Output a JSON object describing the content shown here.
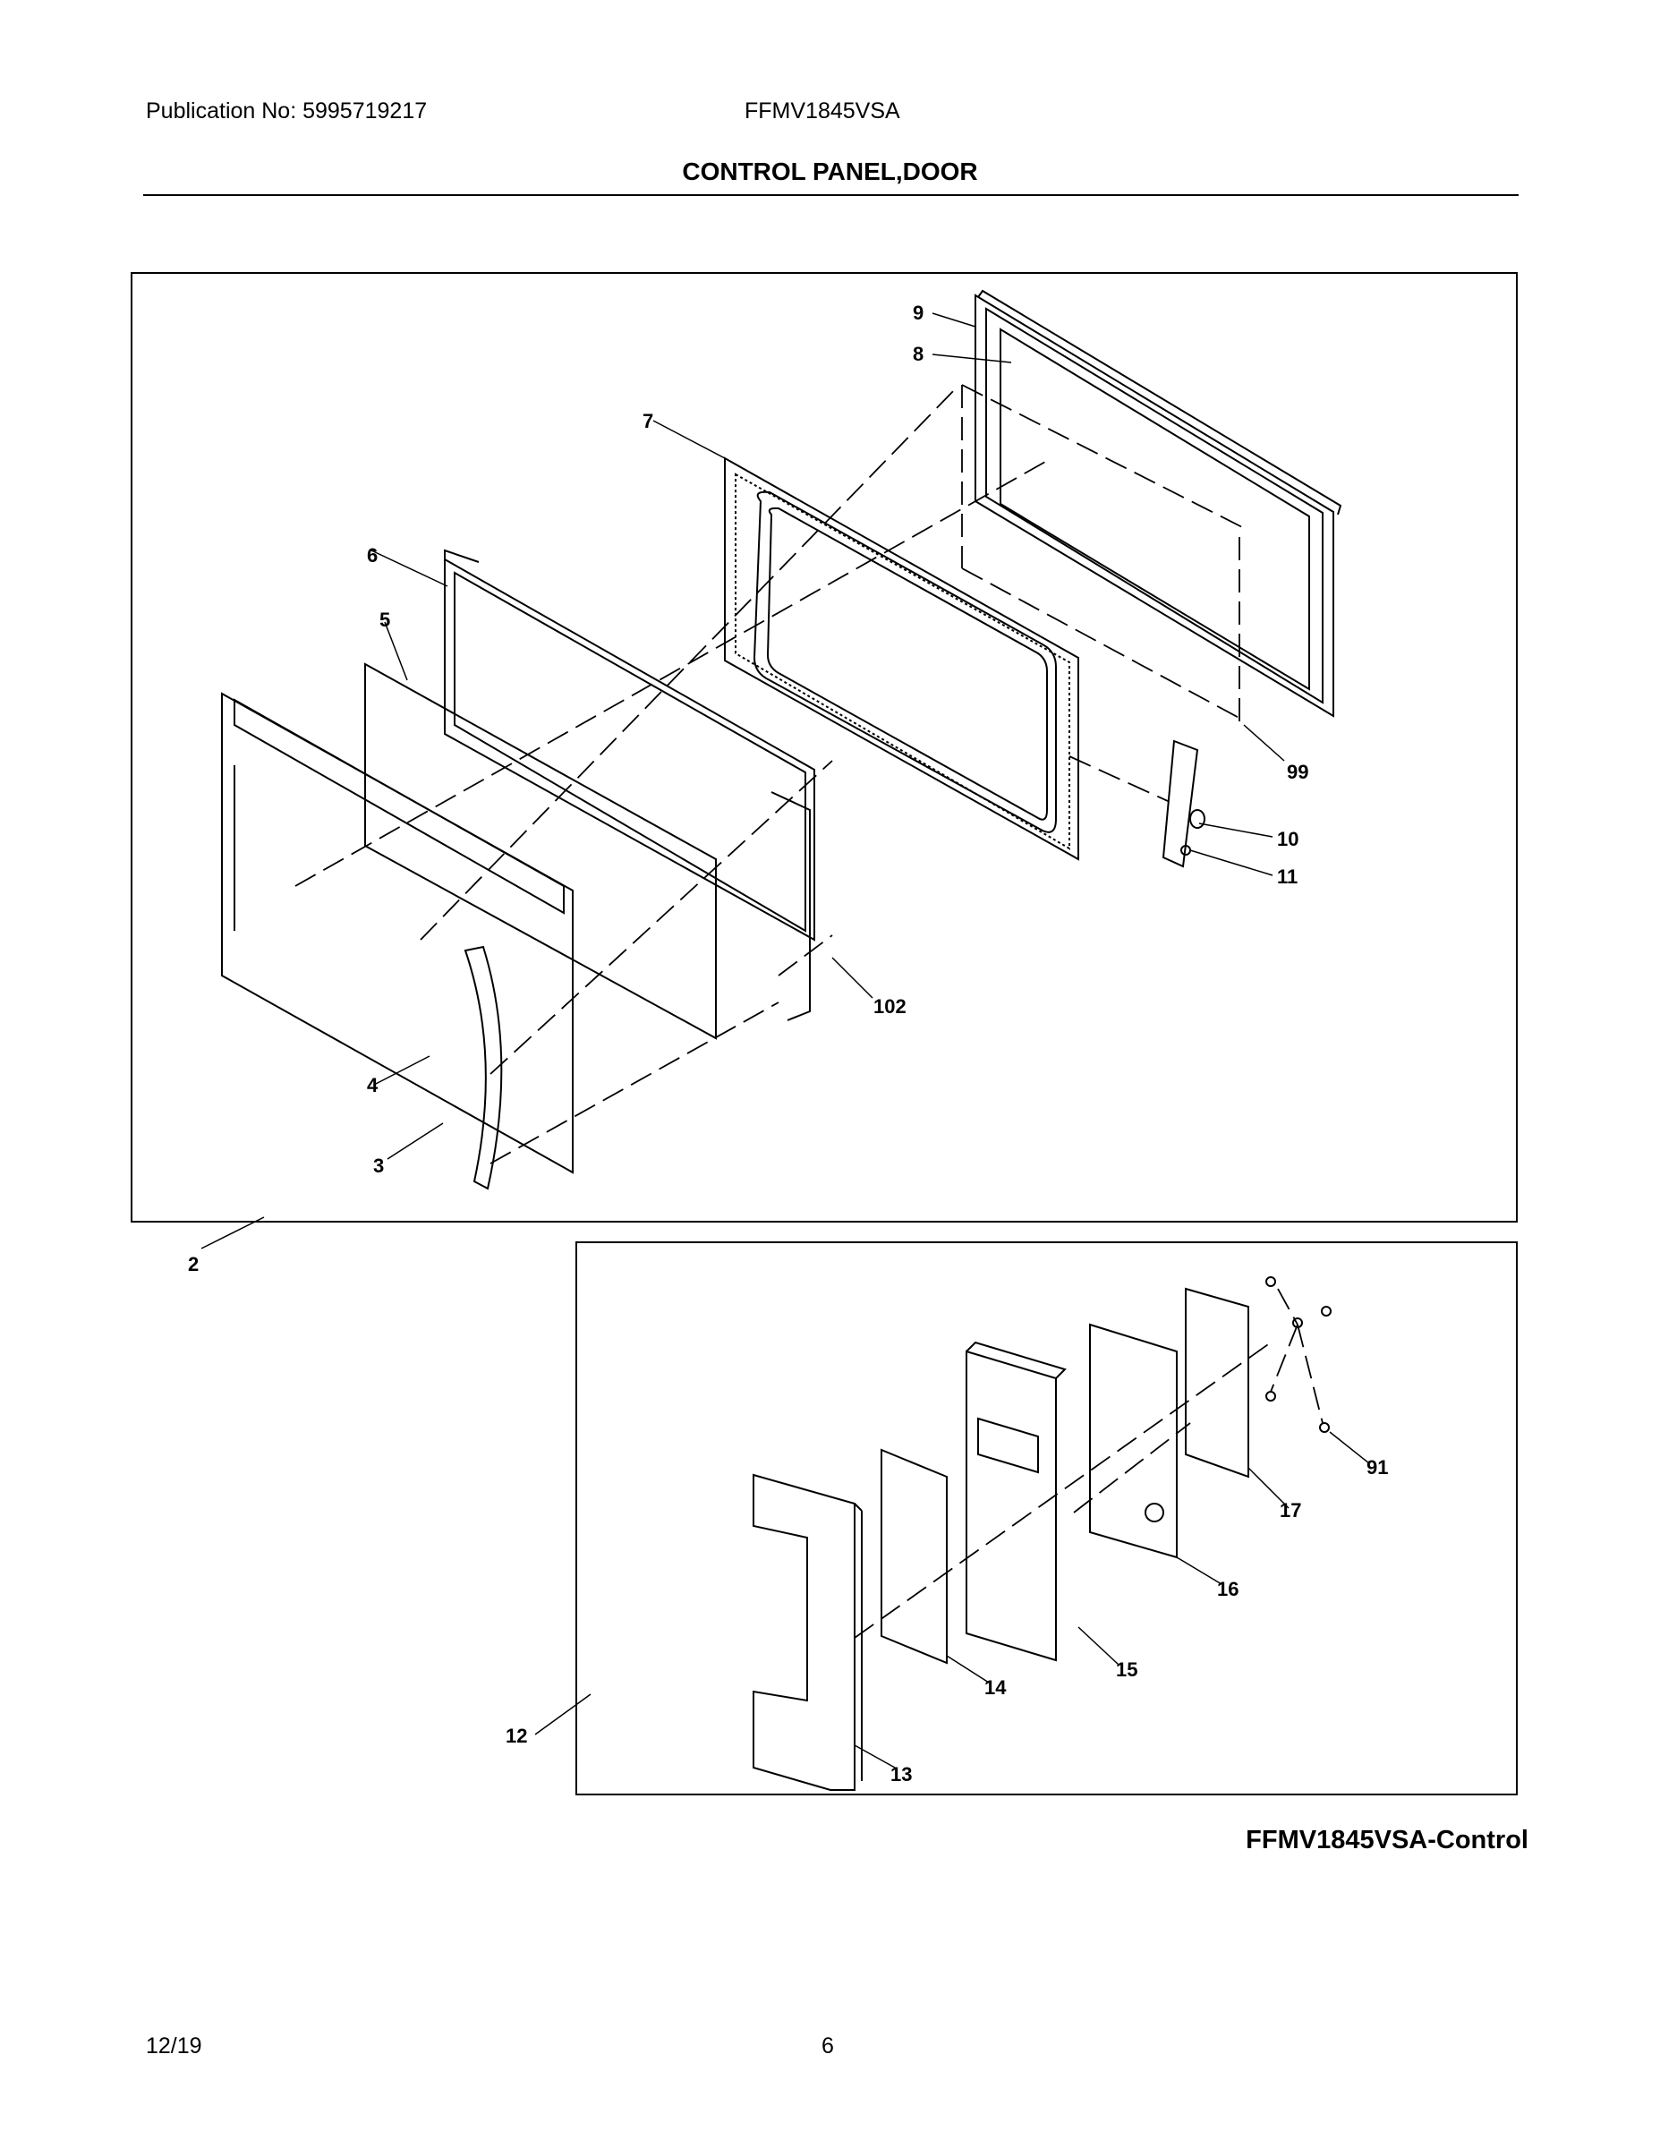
{
  "header": {
    "publication": "Publication No: 5995719217",
    "model": "FFMV1845VSA",
    "section_title": "CONTROL PANEL,DOOR"
  },
  "callouts": {
    "door_assembly": "2",
    "handle": "3",
    "choke": "4",
    "screen_door": "5",
    "door_frame": "6",
    "inner_door": "7",
    "choke_cover": "8",
    "door_seal": "9",
    "lever": "10",
    "spring": "11",
    "control_assembly": "12",
    "control_cover": "13",
    "membrane": "14",
    "button": "15",
    "control_board": "16",
    "bracket": "17",
    "screw_91": "91",
    "screw_99": "99",
    "screw_102": "102"
  },
  "caption": "FFMV1845VSA-Control",
  "footer": {
    "date": "12/19",
    "page": "6"
  }
}
